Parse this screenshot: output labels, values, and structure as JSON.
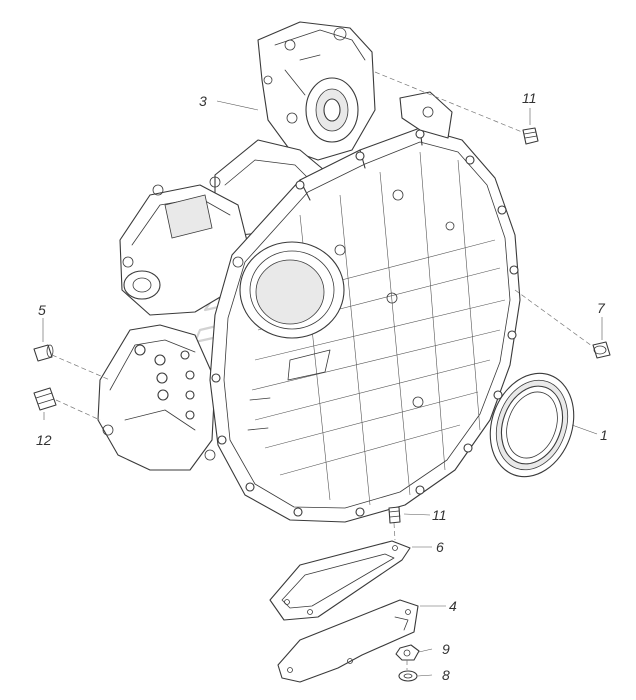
{
  "callouts": [
    {
      "id": "c1",
      "label": "1"
    },
    {
      "id": "c3",
      "label": "3"
    },
    {
      "id": "c4",
      "label": "4"
    },
    {
      "id": "c5",
      "label": "5"
    },
    {
      "id": "c6",
      "label": "6"
    },
    {
      "id": "c7",
      "label": "7"
    },
    {
      "id": "c8",
      "label": "8"
    },
    {
      "id": "c9",
      "label": "9"
    },
    {
      "id": "c11a",
      "label": "11"
    },
    {
      "id": "c11b",
      "label": "11"
    },
    {
      "id": "c12",
      "label": "12"
    }
  ]
}
